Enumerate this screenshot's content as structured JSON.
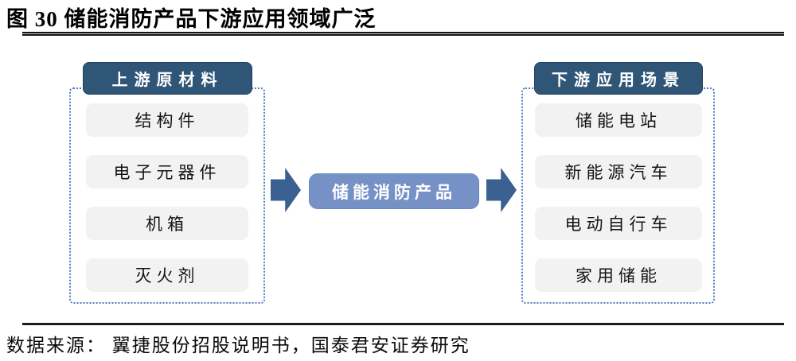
{
  "figure": {
    "title": "图 30 储能消防产品下游应用领域广泛",
    "source": "数据来源： 翼捷股份招股说明书，国泰君安证券研究"
  },
  "diagram": {
    "upstream": {
      "header": "上游原材料",
      "items": [
        "结构件",
        "电子元器件",
        "机箱",
        "灭火剂"
      ]
    },
    "center": {
      "label": "储能消防产品"
    },
    "downstream": {
      "header": "下游应用场景",
      "items": [
        "储能电站",
        "新能源汽车",
        "电动自行车",
        "家用储能"
      ]
    },
    "colors": {
      "header_bg": "#2f5577",
      "arrow": "#3a6191",
      "center_bg": "#7591c6",
      "item_bg": "#f2f2f2",
      "dotted_border": "#4d7dbe",
      "text_dark": "#141414",
      "text_white": "#ffffff"
    }
  }
}
